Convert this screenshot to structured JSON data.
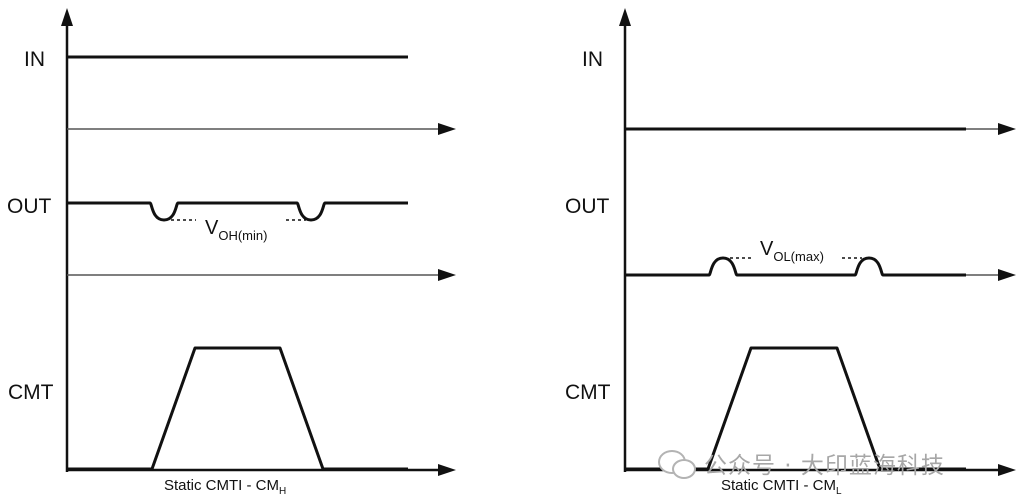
{
  "left_panel": {
    "in_label": "IN",
    "out_label": "OUT",
    "cmt_label": "CMT",
    "threshold_main": "V",
    "threshold_sub": "OH(min)",
    "caption_main": "Static CMTI - CM",
    "caption_sub": "H"
  },
  "right_panel": {
    "in_label": "IN",
    "out_label": "OUT",
    "cmt_label": "CMT",
    "threshold_main": "V",
    "threshold_sub": "OL(max)",
    "caption_main": "Static CMTI - CM",
    "caption_sub": "L"
  },
  "watermark": {
    "text": "公众号 · 大印蓝海科技",
    "icon": "wechat-icon"
  }
}
